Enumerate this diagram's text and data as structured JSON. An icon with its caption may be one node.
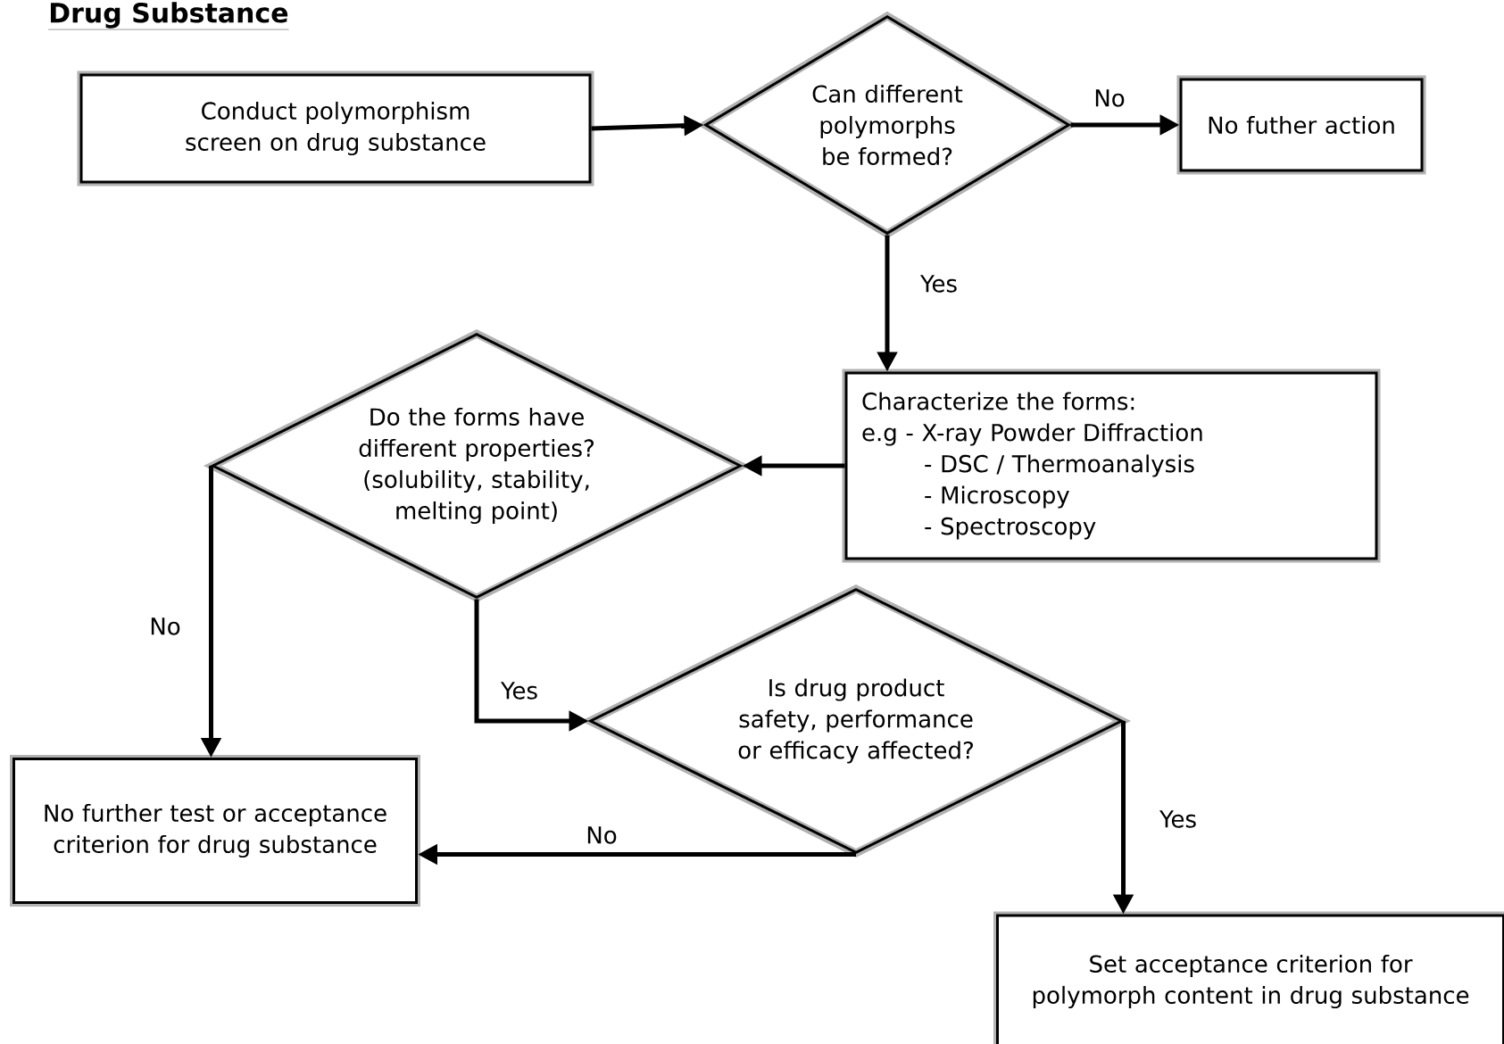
{
  "diagram": {
    "title": "Drug Substance",
    "nodes": [
      {
        "text": [
          "Conduct polymorphism screen on drug substance"
        ]
      },
      {
        "text": [
          "Can different polymorphs be formed?"
        ]
      },
      {
        "text": [
          "No futher action"
        ]
      },
      {
        "text": [
          "Characterize the forms:",
          "e.g - X-ray Powder Diffraction",
          "- DSC / Thermoanalysis",
          "- Microscopy",
          "- Spectroscopy"
        ]
      },
      {
        "text": [
          "Do the forms have different properties? (solubility, stability, melting point)"
        ]
      },
      {
        "text": [
          "No further test or acceptance criterion for drug substance"
        ]
      },
      {
        "text": [
          "Is drug product safety, performance or efficacy affected?"
        ]
      },
      {
        "text": [
          "Set acceptance criterion for polymorph content in drug substance"
        ]
      }
    ],
    "edges": [
      {
        "from": 0,
        "to": 1,
        "arrow": "to"
      },
      {
        "from": 1,
        "to": 2,
        "arrow": "to",
        "label": "No"
      },
      {
        "from": 1,
        "to": 3,
        "arrow": "to",
        "label": "Yes"
      },
      {
        "from": 3,
        "to": 4,
        "arrow": "to"
      },
      {
        "from": 4,
        "to": 5,
        "arrow": "to",
        "label": "No"
      },
      {
        "from": 4,
        "to": 6,
        "arrow": "to",
        "label": "Yes"
      },
      {
        "from": 6,
        "to": 5,
        "arrow": "to",
        "label": "No"
      },
      {
        "from": 6,
        "to": 7,
        "arrow": "to",
        "label": "Yes"
      }
    ]
  }
}
